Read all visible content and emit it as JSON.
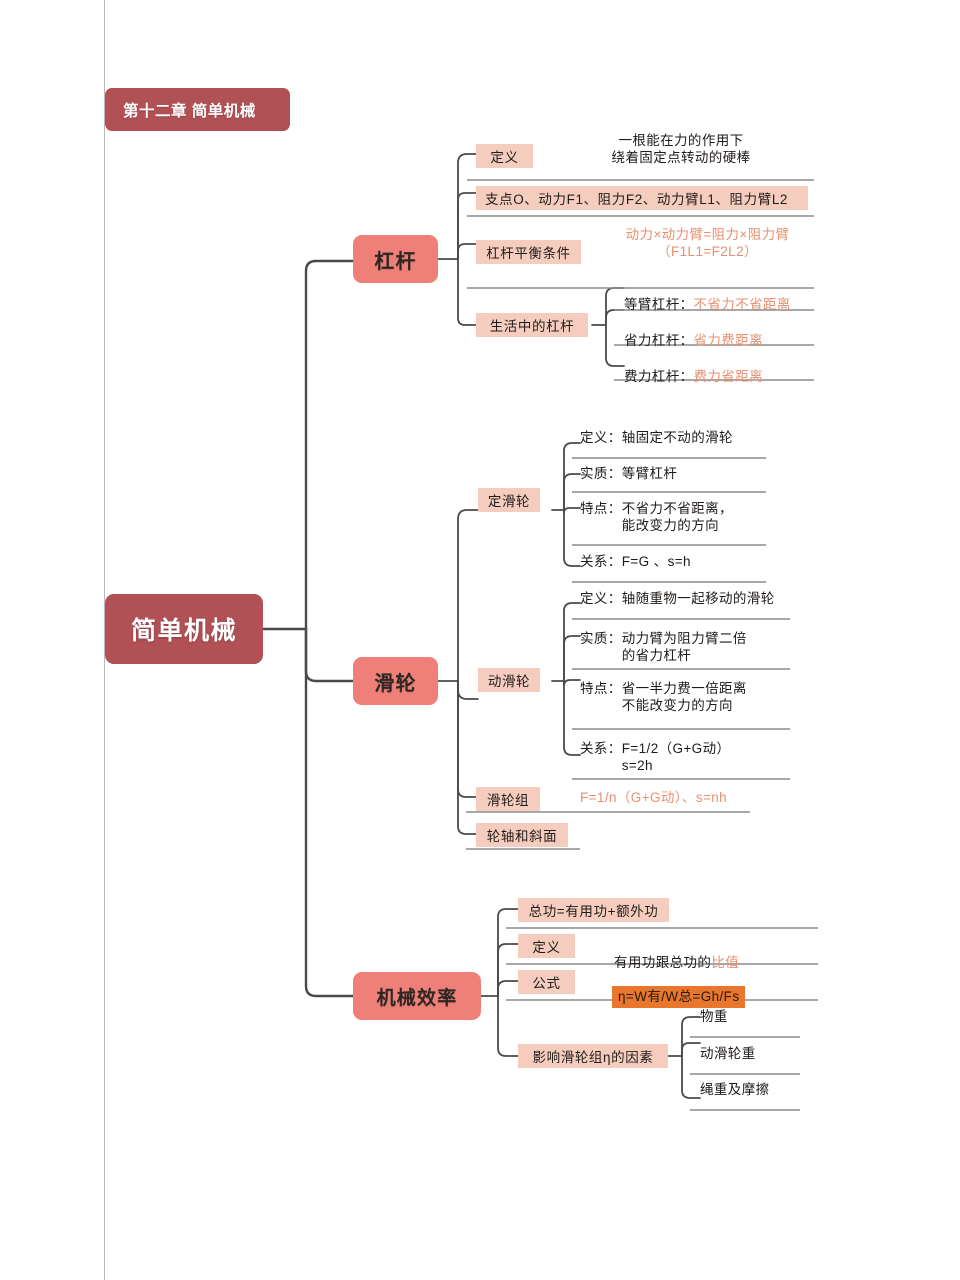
{
  "document": {
    "title_banner": "第十二章 简单机械",
    "root": "简单机械"
  },
  "branches": {
    "lever": {
      "label": "杠杆",
      "children": {
        "definition_label": "定义",
        "definition_text": "一根能在力的作用下\n绕着固定点转动的硬棒",
        "elements": "支点O、动力F1、阻力F2、动力臂L1、阻力臂L2",
        "balance_label": "杠杆平衡条件",
        "balance_formula": "动力×动力臂=阻力×阻力臂\n（F1L1=F2L2）",
        "life_label": "生活中的杠杆",
        "life_items": [
          {
            "name": "等臂杠杆：",
            "value": "不省力不省距离"
          },
          {
            "name": "省力杠杆：",
            "value": "省力费距离"
          },
          {
            "name": "费力杠杆：",
            "value": "费力省距离"
          }
        ]
      }
    },
    "pulley": {
      "label": "滑轮",
      "children": {
        "fixed_label": "定滑轮",
        "fixed_items": [
          "定义：轴固定不动的滑轮",
          "实质：等臂杠杆",
          "特点：不省力不省距离，\n　　　能改变力的方向",
          "关系：F=G 、s=h"
        ],
        "movable_label": "动滑轮",
        "movable_items": [
          "定义：轴随重物一起移动的滑轮",
          "实质：动力臂为阻力臂二倍\n　　　的省力杠杆",
          "特点：省一半力费一倍距离\n　　　不能改变力的方向",
          "关系：F=1/2（G+G动）\n　　　s=2h"
        ],
        "group_label": "滑轮组",
        "group_formula": "F=1/n（G+G动）、s=nh",
        "axle_incline_label": "轮轴和斜面"
      }
    },
    "efficiency": {
      "label": "机械效率",
      "children": {
        "total_work": "总功=有用功+额外功",
        "definition_label": "定义",
        "definition_prefix": "有用功跟总功的",
        "definition_highlight": "比值",
        "formula_label": "公式",
        "formula_value": "η=W有/W总=Gh/Fs",
        "factors_label": "影响滑轮组η的因素",
        "factors": [
          "物重",
          "动滑轮重",
          "绳重及摩擦"
        ]
      }
    }
  },
  "colors": {
    "root_red": "#b15055",
    "branch_salmon": "#ef8079",
    "chip_pink": "#f5cdbf",
    "accent_orange": "#e89071",
    "highlight_orange": "#e8762c",
    "connector_gray": "#4a4a4a",
    "underline_gray": "#8c8c8c"
  }
}
